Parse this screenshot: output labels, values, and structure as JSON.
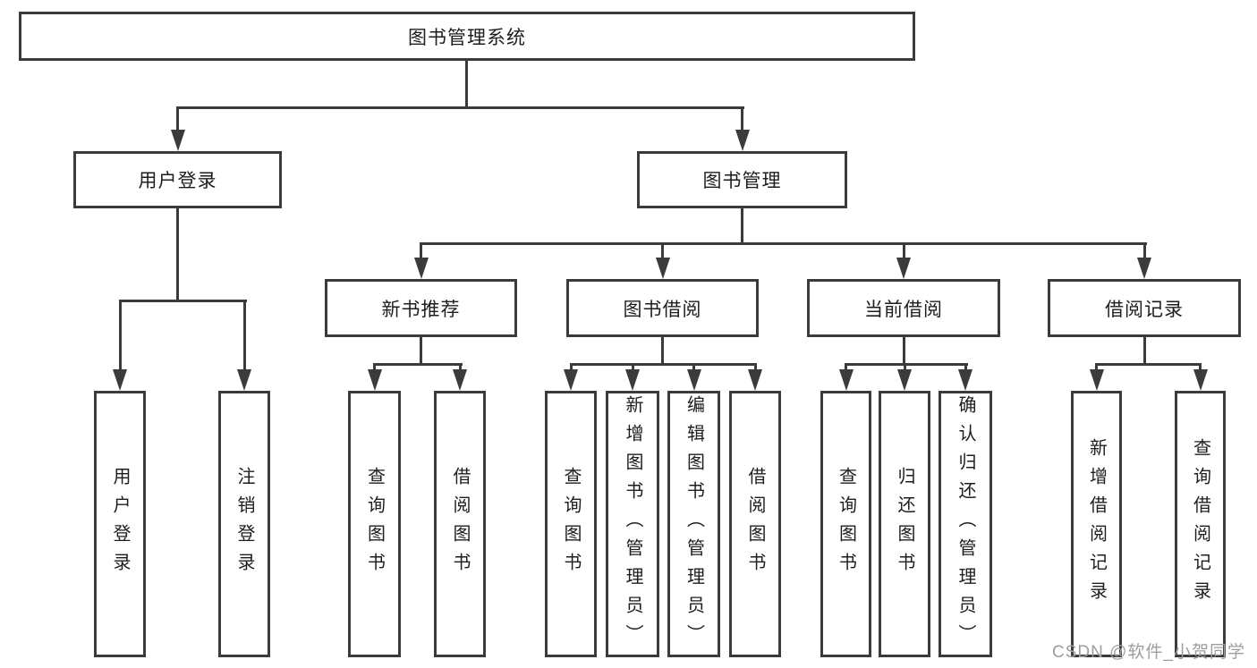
{
  "diagram_type": "hierarchy",
  "watermark": "CSDN @软件_小贺同学",
  "colors": {
    "line": "#3b3b3b",
    "text": "#1d1d1f",
    "background": "#ffffff",
    "watermark": "#9d9d9d"
  },
  "tree": {
    "label": "图书管理系统",
    "children": [
      {
        "label": "用户登录",
        "children": [
          {
            "label": "用户登录"
          },
          {
            "label": "注销登录"
          }
        ]
      },
      {
        "label": "图书管理",
        "children": [
          {
            "label": "新书推荐",
            "children": [
              {
                "label": "查询图书"
              },
              {
                "label": "借阅图书"
              }
            ]
          },
          {
            "label": "图书借阅",
            "children": [
              {
                "label": "查询图书"
              },
              {
                "label": "新增图书（管理员）"
              },
              {
                "label": "编辑图书（管理员）"
              },
              {
                "label": "借阅图书"
              }
            ]
          },
          {
            "label": "当前借阅",
            "children": [
              {
                "label": "查询图书"
              },
              {
                "label": "归还图书"
              },
              {
                "label": "确认归还（管理员）"
              }
            ]
          },
          {
            "label": "借阅记录",
            "children": [
              {
                "label": "新增借阅记录"
              },
              {
                "label": "查询借阅记录"
              }
            ]
          }
        ]
      }
    ]
  }
}
